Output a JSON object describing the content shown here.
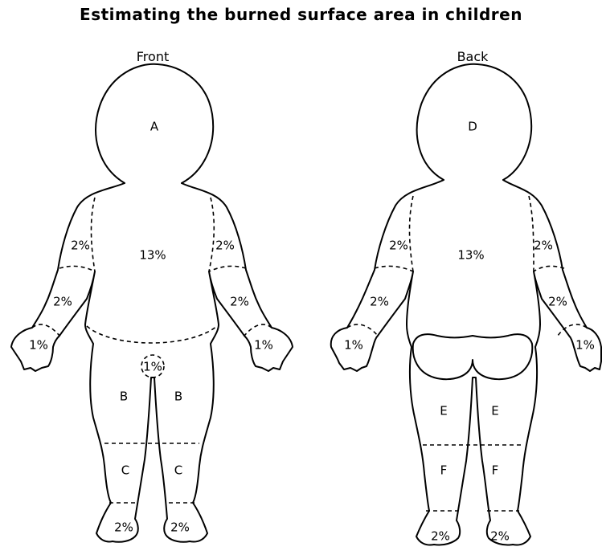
{
  "title": "Estimating the burned surface area in children",
  "views": {
    "front": {
      "label": "Front",
      "head": "A",
      "trunk": "13%",
      "upper_arm_left": "2%",
      "upper_arm_right": "2%",
      "forearm_left": "2%",
      "forearm_right": "2%",
      "hand_left": "1%",
      "hand_right": "1%",
      "genitals": "1%",
      "thigh_left": "B",
      "thigh_right": "B",
      "leg_left": "C",
      "leg_right": "C",
      "foot_left": "2%",
      "foot_right": "2%"
    },
    "back": {
      "label": "Back",
      "head": "D",
      "trunk": "13%",
      "upper_arm_left": "2%",
      "upper_arm_right": "2%",
      "forearm_left": "2%",
      "forearm_right": "2%",
      "hand_left": "1%",
      "hand_right": "1%",
      "thigh_left": "E",
      "thigh_right": "E",
      "leg_left": "F",
      "leg_right": "F",
      "foot_left": "2%",
      "foot_right": "2%"
    }
  }
}
